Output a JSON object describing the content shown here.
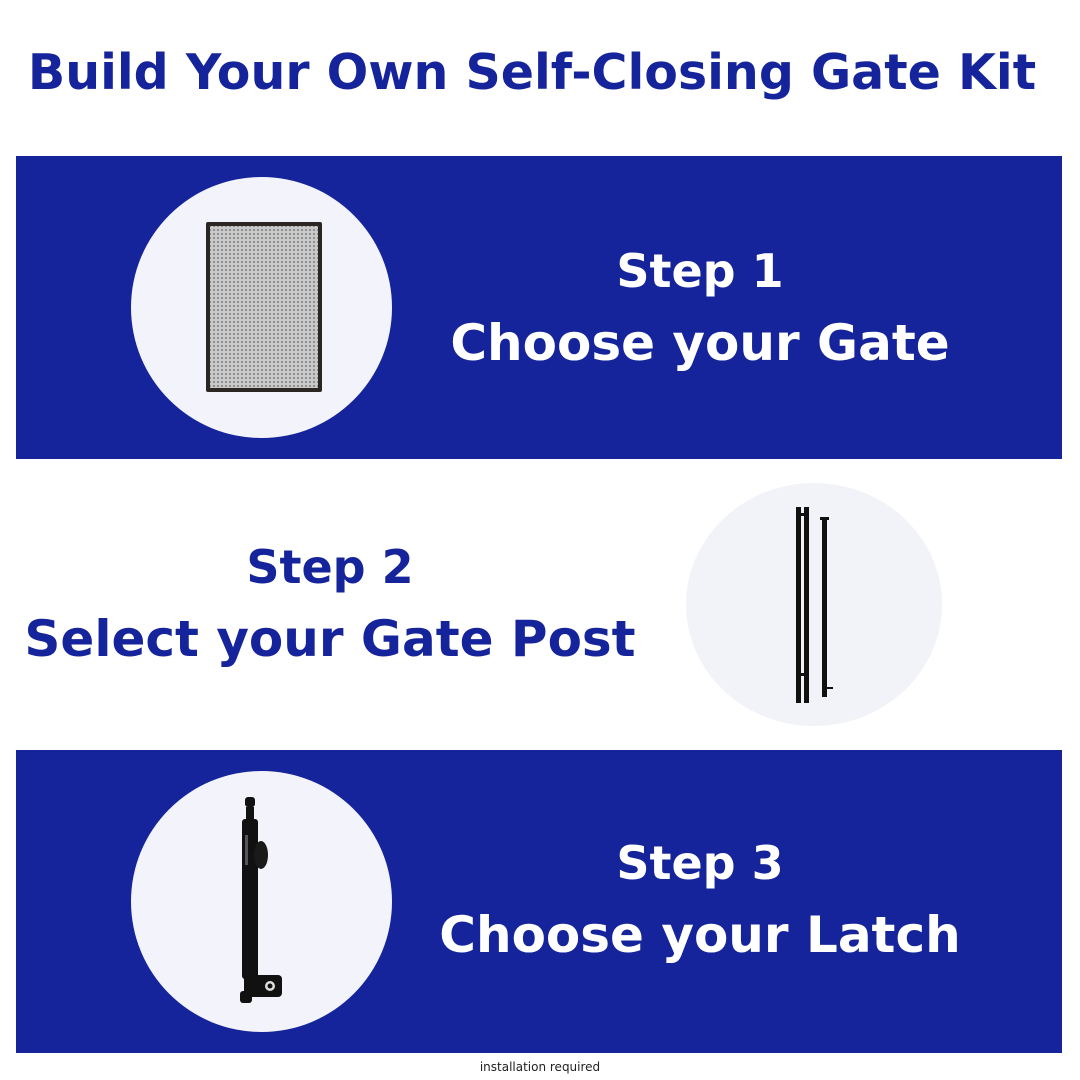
{
  "title": "Build Your Own Self-Closing Gate Kit",
  "steps": [
    {
      "number": "Step 1",
      "description": "Choose your Gate",
      "image_icon": "gate-panel-icon"
    },
    {
      "number": "Step 2",
      "description": "Select your Gate Post",
      "image_icon": "gate-post-icon"
    },
    {
      "number": "Step 3",
      "description": "Choose your Latch",
      "image_icon": "latch-icon"
    }
  ],
  "footnote": "installation required",
  "colors": {
    "brand_blue": "#15249b",
    "white": "#ffffff",
    "circle_bg": "#f3f4fb"
  }
}
